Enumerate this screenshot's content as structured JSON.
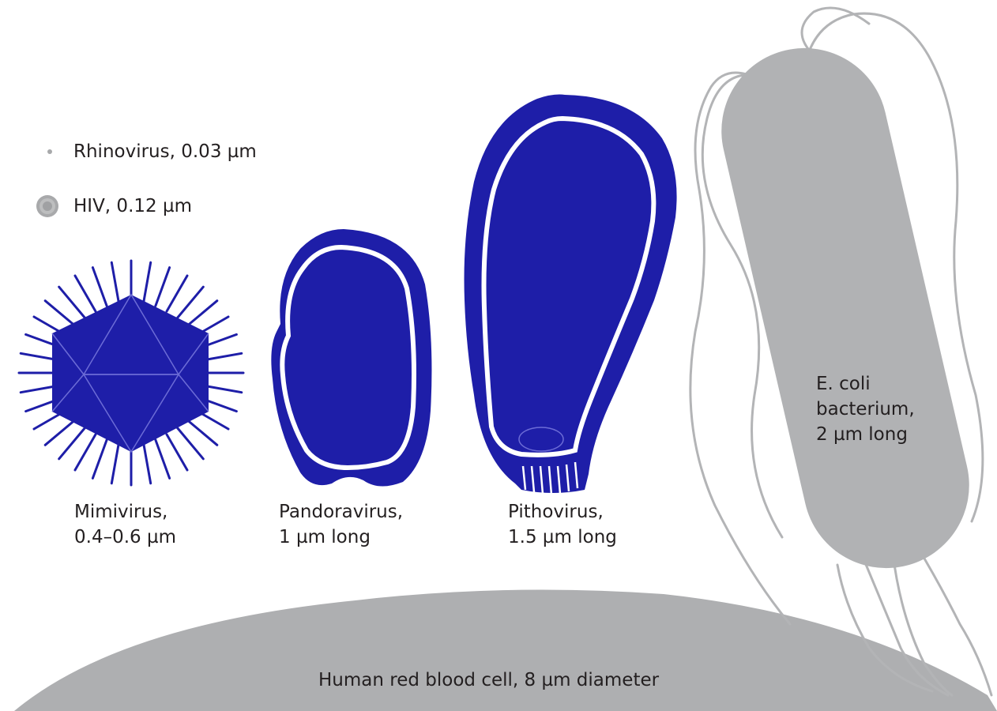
{
  "colors": {
    "virus_blue": "#1e1ea8",
    "membrane_white": "#ffffff",
    "bacterium_gray": "#b1b2b4",
    "flagella_gray": "#b3b4b6",
    "blood_cell_gray": "#aeafb1",
    "text": "#231f20"
  },
  "legend": {
    "rhinovirus": "Rhinovirus, 0.03 µm",
    "hiv": "HIV, 0.12 µm"
  },
  "mimivirus": {
    "line1": "Mimivirus,",
    "line2": "0.4–0.6 µm"
  },
  "pandoravirus": {
    "line1": "Pandoravirus,",
    "line2": "1 µm long"
  },
  "pithovirus": {
    "line1": "Pithovirus,",
    "line2": "1.5 µm long"
  },
  "ecoli": {
    "line1": "E. coli",
    "line2": "bacterium,",
    "line3": "2 µm long"
  },
  "blood_cell": {
    "label": "Human red blood cell, 8 µm diameter"
  }
}
